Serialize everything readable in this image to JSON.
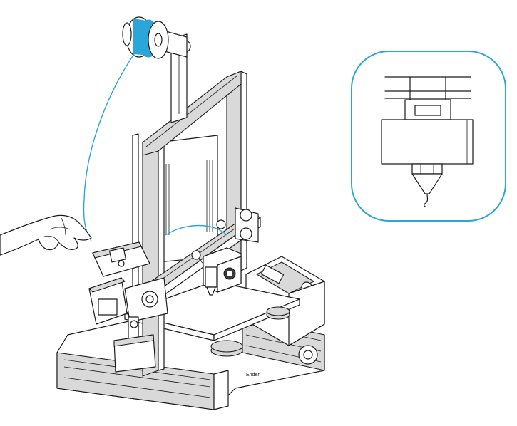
{
  "colors": {
    "filament": "#2aa6d8",
    "callout_border": "#2aa6d8",
    "line": "#1a1a1a",
    "background": "#ffffff"
  },
  "printer": {
    "base_brand_text": "Ender"
  },
  "callout": {
    "subject": "nozzle-with-extruded-filament"
  },
  "hand": {
    "action": "pulling-filament"
  }
}
